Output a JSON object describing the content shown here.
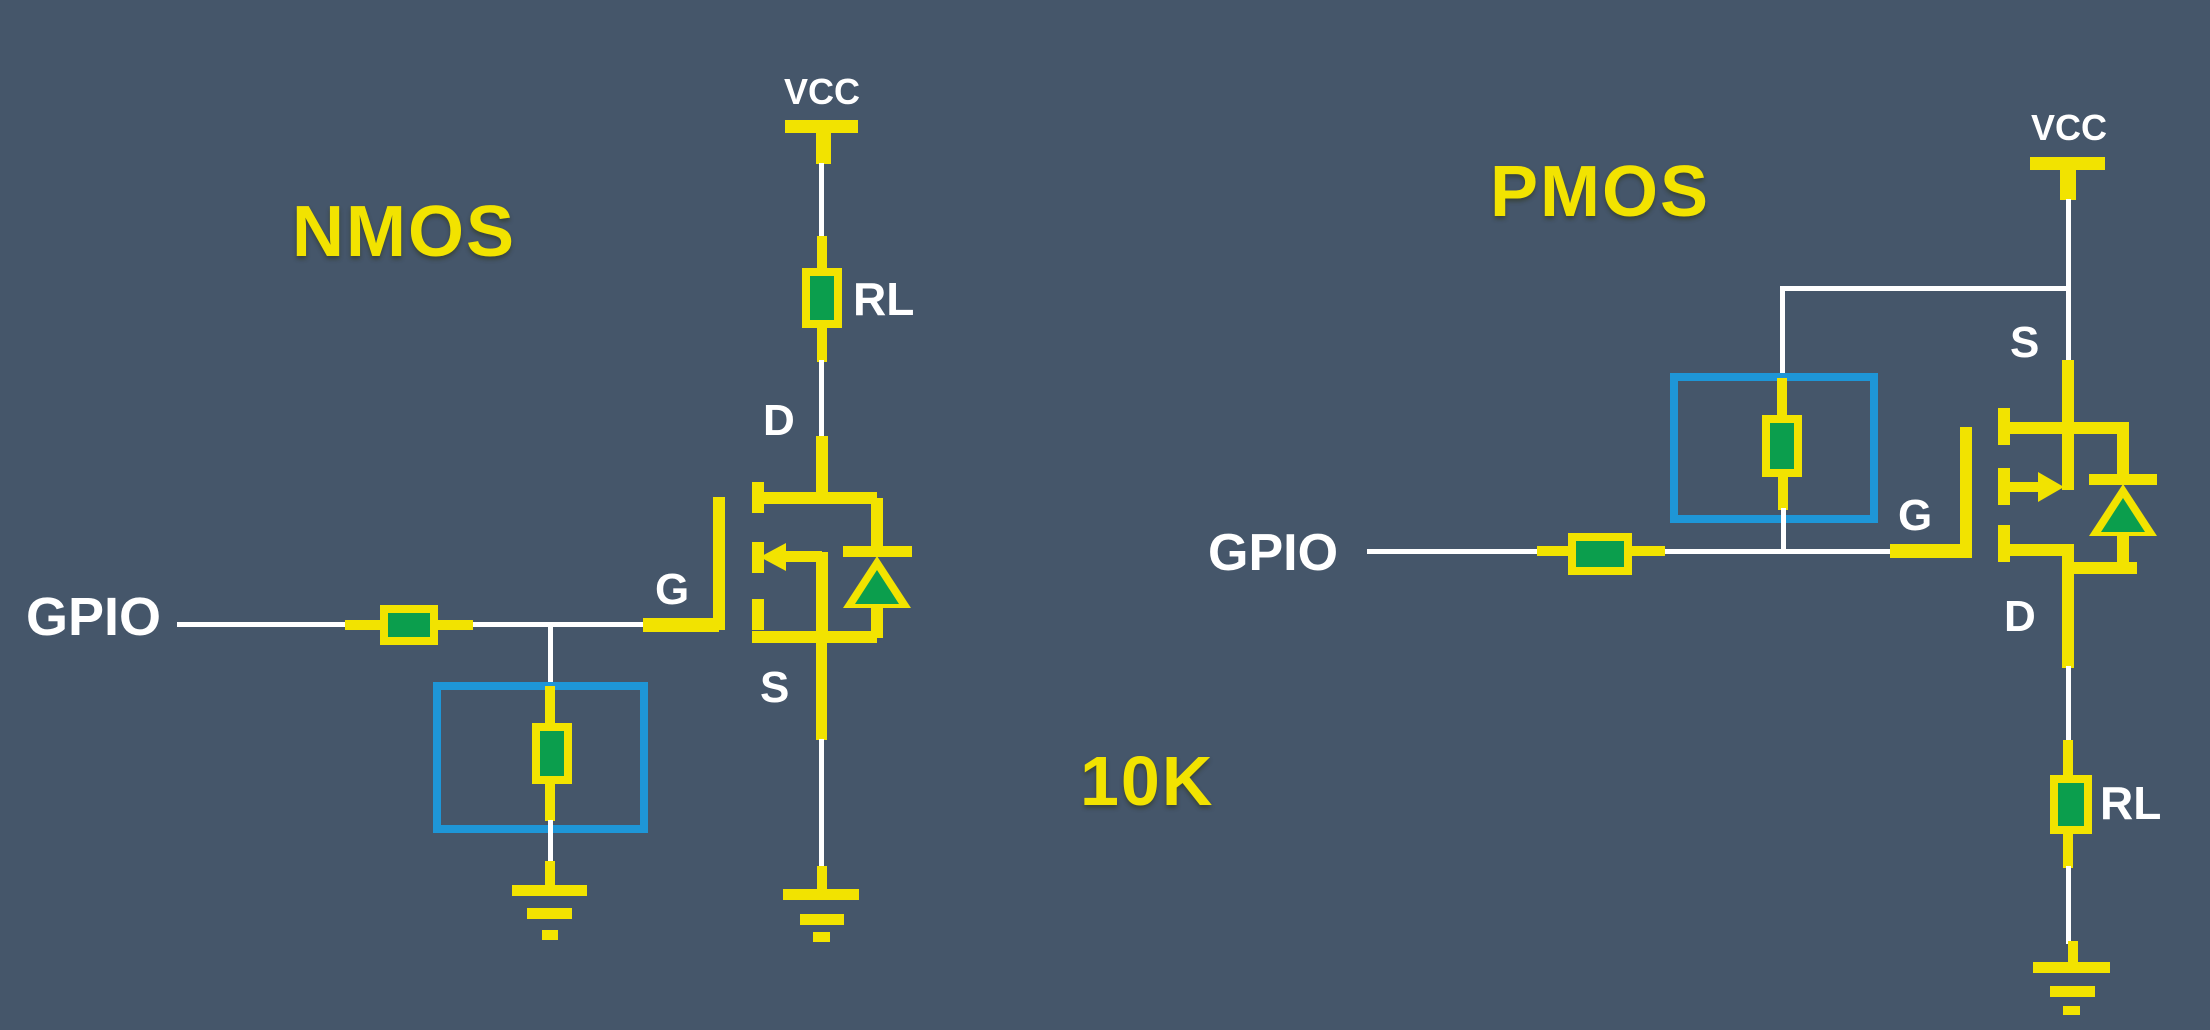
{
  "colors": {
    "background": "#45566a",
    "wire_white": "#ffffff",
    "symbol_yellow": "#f2e300",
    "resistor_green": "#0b9e4d",
    "highlight_blue": "#1e96d7"
  },
  "center": {
    "resistor_value": "10K"
  },
  "nmos_circuit": {
    "title": "NMOS",
    "vcc_label": "VCC",
    "load_resistor_label": "RL",
    "drain_label": "D",
    "gate_label": "G",
    "source_label": "S",
    "gpio_label": "GPIO"
  },
  "pmos_circuit": {
    "title": "PMOS",
    "vcc_label": "VCC",
    "load_resistor_label": "RL",
    "drain_label": "D",
    "gate_label": "G",
    "source_label": "S",
    "gpio_label": "GPIO"
  }
}
